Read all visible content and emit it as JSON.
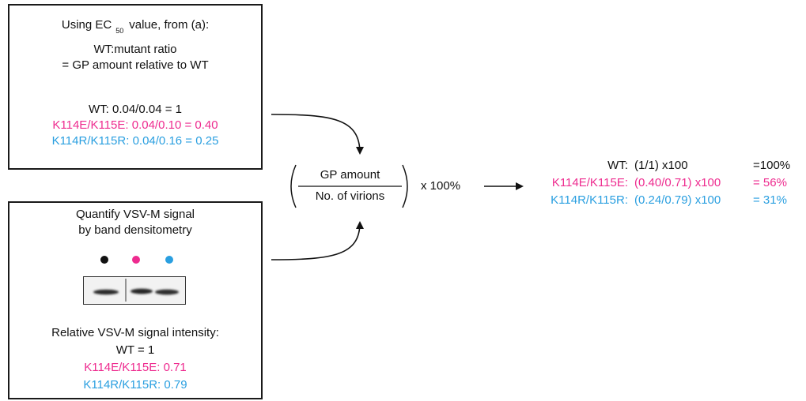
{
  "ec50_box": {
    "line1_before": "Using EC",
    "line1_sub": "50",
    "line1_after": "value, from (a):",
    "line2": "WT:mutant ratio",
    "line3": "= GP amount relative to WT",
    "wt": "WT: 0.04/0.04 = 1",
    "k114e": "K114E/K115E: 0.04/0.10 = 0.40",
    "k114r": "K114R/K115R: 0.04/0.16 = 0.25"
  },
  "vsv_box": {
    "title1": "Quantify VSV-M signal",
    "title2": "by band densitometry",
    "intensity_title": "Relative VSV-M signal intensity:",
    "wt": "WT = 1",
    "k114e": "K114E/K115E: 0.71",
    "k114r": "K114R/K115R: 0.79"
  },
  "formula": {
    "numerator": "GP amount",
    "denominator": "No. of virions",
    "multiplier": "x 100%"
  },
  "results": [
    {
      "label": "WT:",
      "calc": "(1/1) x100",
      "value": "=100%",
      "color": "#111111"
    },
    {
      "label": "K114E/K115E:",
      "calc": "(0.40/0.71) x100",
      "value": "= 56%",
      "color": "#ee2b8f"
    },
    {
      "label": "K114R/K115R:",
      "calc": "(0.24/0.79) x100",
      "value": "= 31%",
      "color": "#2a9fe0"
    }
  ],
  "colors": {
    "wt": "#111111",
    "k114e": "#ee2b8f",
    "k114r": "#2a9fe0"
  }
}
